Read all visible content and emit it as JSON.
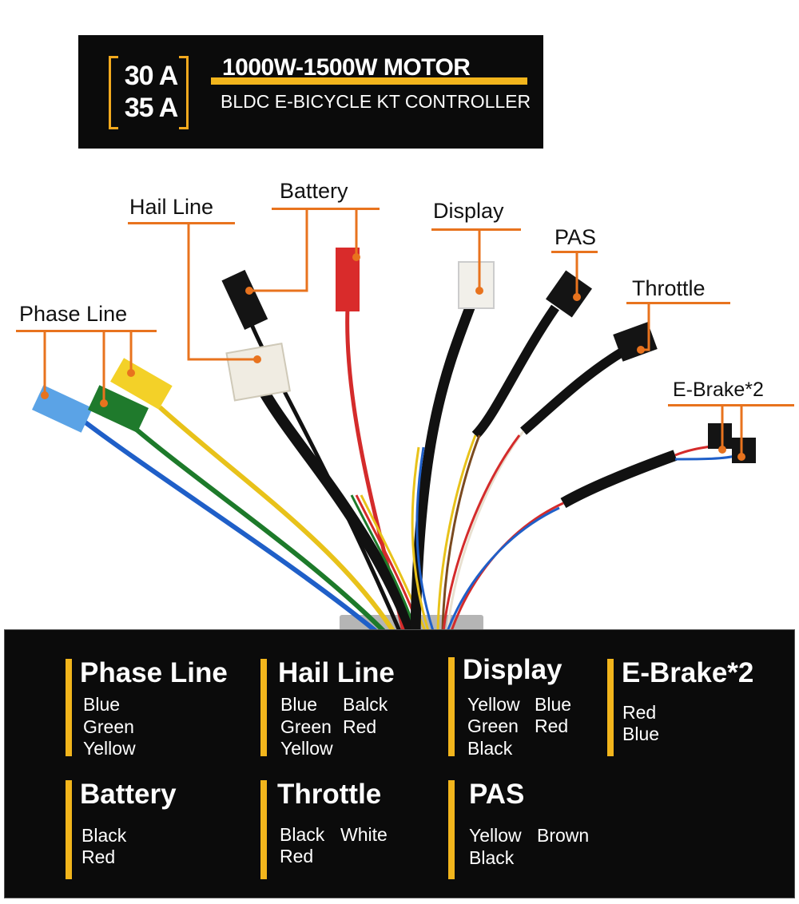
{
  "header": {
    "amp_top": "30 A",
    "amp_bottom": "35 A",
    "title": "1000W-1500W MOTOR",
    "subtitle": "BLDC E-BICYCLE KT CONTROLLER",
    "accent_color": "#f2b51c"
  },
  "labels": {
    "hail_line": "Hail Line",
    "battery": "Battery",
    "display": "Display",
    "pas": "PAS",
    "phase_line": "Phase Line",
    "throttle": "Throttle",
    "ebrake": "E-Brake*2"
  },
  "legend": {
    "phase_line": {
      "title": "Phase Line",
      "items": [
        "Blue",
        "Green",
        "Yellow"
      ]
    },
    "hail_line": {
      "title": "Hail Line",
      "items": [
        "Blue",
        "Balck",
        "Green",
        "Red",
        "Yellow"
      ]
    },
    "display": {
      "title": "Display",
      "items": [
        "Yellow",
        "Blue",
        "Green",
        "Red",
        "Black"
      ]
    },
    "ebrake": {
      "title": "E-Brake*2",
      "items": [
        "Red",
        "Blue"
      ]
    },
    "battery": {
      "title": "Battery",
      "items": [
        "Black",
        "Red"
      ]
    },
    "throttle": {
      "title": "Throttle",
      "items": [
        "Black",
        "White",
        "Red"
      ]
    },
    "pas": {
      "title": "PAS",
      "items": [
        "Yellow",
        "Brown",
        "Black"
      ]
    }
  }
}
